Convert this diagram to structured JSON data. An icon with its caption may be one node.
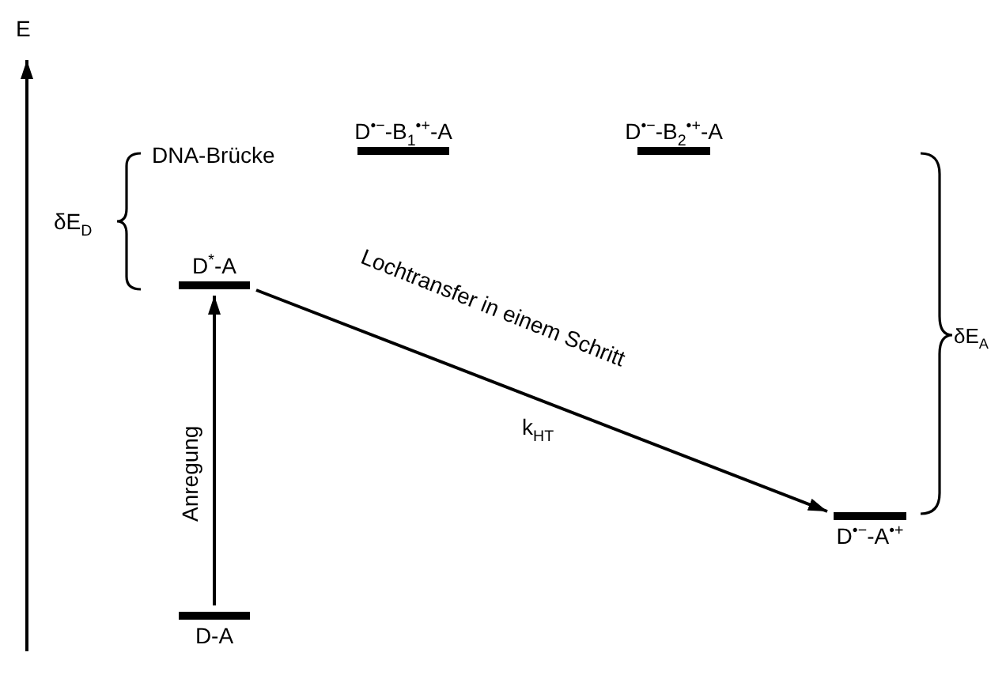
{
  "diagram": {
    "nodes": [
      {
        "text": [
          "D$^{*}$-A"
        ]
      },
      {
        "text": [
          "D-A"
        ]
      },
      {
        "text": [
          "D$^{•−}$-B$_{1}$$^{•+}$-A"
        ]
      },
      {
        "text": [
          "D$^{•−}$-B$_{2}$$^{•+}$-A"
        ]
      },
      {
        "text": [
          "D$^{•−}$-A$^{•+}$"
        ]
      }
    ],
    "edges": [
      {
        "from": 1,
        "to": 0,
        "arrow": "to",
        "label": "Anregung"
      },
      {
        "from": 0,
        "to": 4,
        "arrow": "to",
        "label": "Lochtransfer in einem Schritt"
      }
    ],
    "labels": [
      "E",
      "DNA-Brücke",
      "δE$_{D}$",
      "k$_{HT}$",
      "δE$_{A}$"
    ]
  }
}
